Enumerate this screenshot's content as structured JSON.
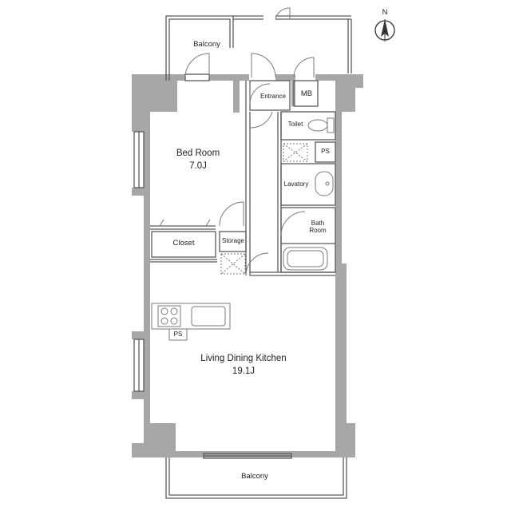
{
  "plan": {
    "rooms": {
      "balcony_top": "Balcony",
      "entrance": "Entrance",
      "mb": "MB",
      "toilet": "Toilet",
      "ps_upper": "PS",
      "bedroom_name": "Bed Room",
      "bedroom_size": "7.0J",
      "lavatory": "Lavatory",
      "bath_line1": "Bath",
      "bath_line2": "Room",
      "closet": "Closet",
      "storage": "Storage",
      "ps_kitchen": "PS",
      "ldk_name": "Living Dining Kitchen",
      "ldk_size": "19.1J",
      "balcony_bottom": "Balcony"
    },
    "compass": {
      "letter": "N"
    },
    "colors": {
      "wall": "#a7a7a7",
      "line": "#5a5a5a",
      "fixture": "#7a7a7a"
    }
  }
}
